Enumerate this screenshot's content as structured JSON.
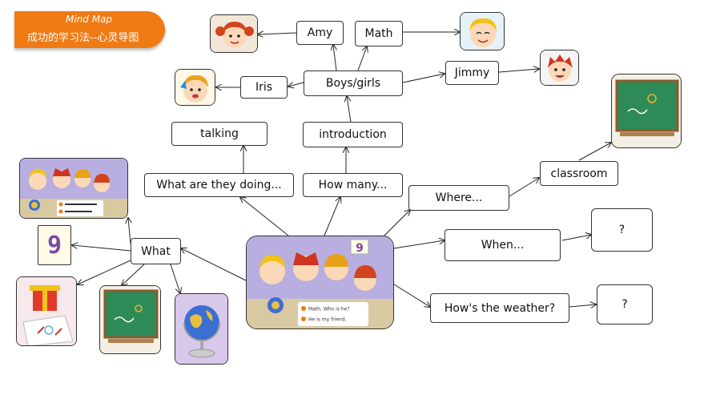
{
  "header": {
    "title": "Mind Map",
    "subtitle": "成功的学习法--心灵导图"
  },
  "nodes": {
    "amy": "Amy",
    "math": "Math",
    "boys_girls": "Boys/girls",
    "iris": "Iris",
    "jimmy": "Jimmy",
    "talking": "talking",
    "introduction": "introduction",
    "what_doing": "What are they doing...",
    "how_many": "How many...",
    "where": "Where...",
    "classroom": "classroom",
    "what": "What",
    "when": "When...",
    "q1": "?",
    "weather": "How's the weather?",
    "q2": "?"
  },
  "images": {
    "number_nine": "9",
    "central_badge": "9",
    "speech_line_1": "Math. Who is he?",
    "speech_line_2": "He is my friend."
  },
  "colors": {
    "accent": "#f07a14",
    "board": "#2e8a57"
  }
}
